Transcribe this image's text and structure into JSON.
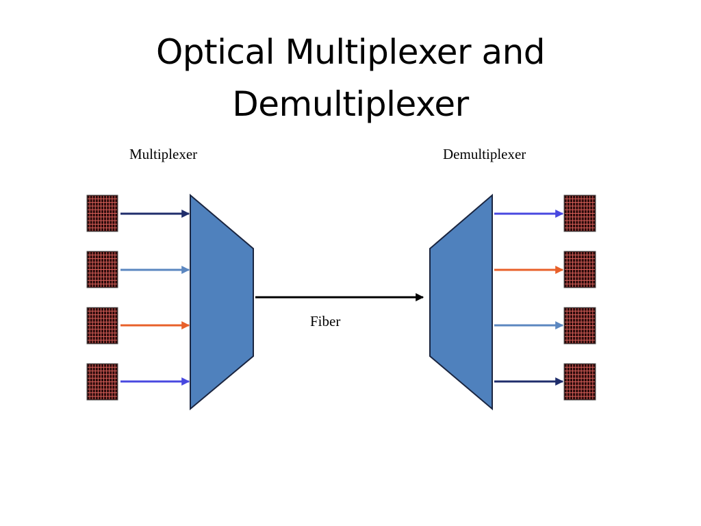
{
  "slide": {
    "title_lines": [
      "Optical Multiplexer and",
      "Demultiplexer"
    ]
  },
  "diagram": {
    "multiplexer_label": "Multiplexer",
    "demultiplexer_label": "Demultiplexer",
    "fiber_label": "Fiber",
    "colors": {
      "device_fill": "#4f81bd",
      "device_stroke": "#1a2540",
      "source_fill": "#2a0a0a",
      "source_grid": "#d9605a",
      "fiber": "#000000"
    },
    "input_channels": [
      {
        "name": "channel-1",
        "color": "#1f2d6b"
      },
      {
        "name": "channel-2",
        "color": "#5b87c0"
      },
      {
        "name": "channel-3",
        "color": "#e8602a"
      },
      {
        "name": "channel-4",
        "color": "#4848e0"
      }
    ],
    "output_channels": [
      {
        "name": "channel-4",
        "color": "#4848e0"
      },
      {
        "name": "channel-3",
        "color": "#e8602a"
      },
      {
        "name": "channel-2",
        "color": "#5b87c0"
      },
      {
        "name": "channel-1",
        "color": "#1f2d6b"
      }
    ]
  }
}
